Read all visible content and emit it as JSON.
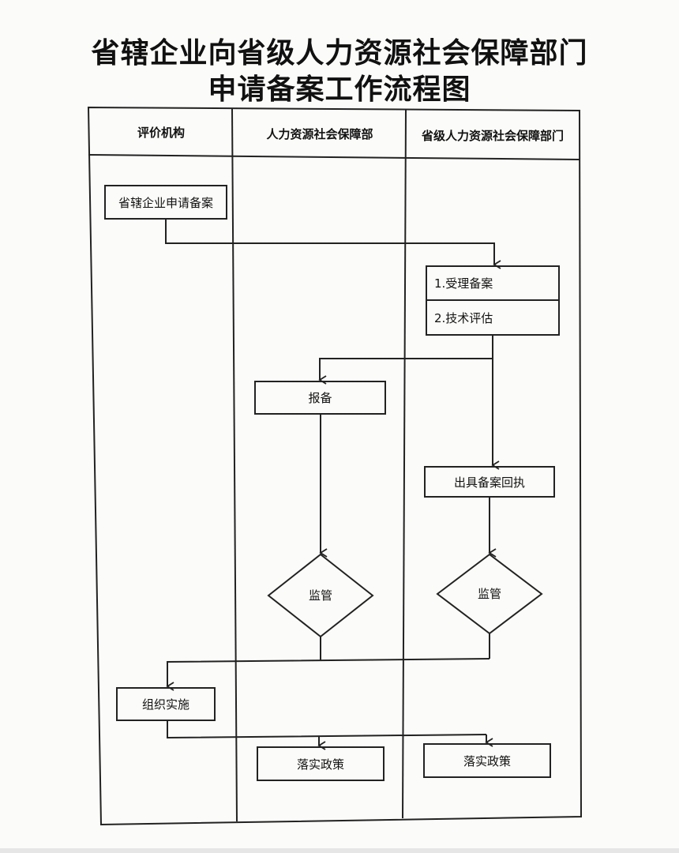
{
  "title": {
    "line1": "省辖企业向省级人力资源社会保障部门",
    "line2": "申请备案工作流程图"
  },
  "lanes": {
    "col1": "评价机构",
    "col2": "人力资源社会保障部",
    "col3": "省级人力资源社会保障部门"
  },
  "nodes": {
    "apply": "省辖企业申请备案",
    "accept": "1.受理备案",
    "evaluate": "2.技术评估",
    "report": "报备",
    "receipt": "出具备案回执",
    "supervise_mid": "监管",
    "supervise_right": "监管",
    "organize": "组织实施",
    "implement_mid": "落实政策",
    "implement_right": "落实政策"
  }
}
